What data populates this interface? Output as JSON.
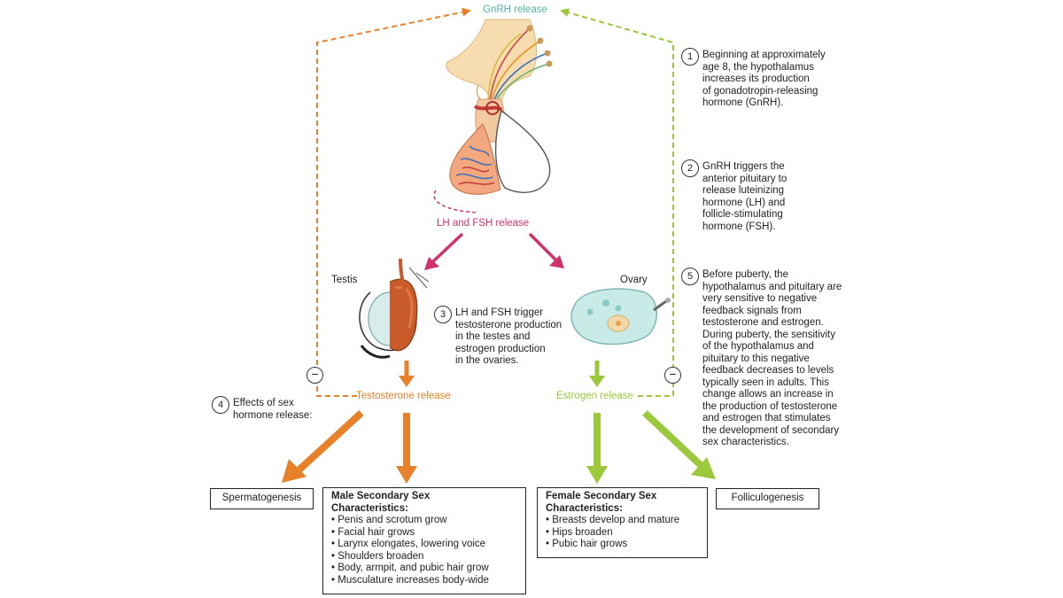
{
  "labels": {
    "gnrh_release": "GnRH release",
    "lh_fsh_release": "LH and FSH release",
    "testis": "Testis",
    "ovary": "Ovary",
    "testosterone_release": "Testosterone release",
    "estrogen_release": "Estrogen release",
    "minus_sign": "−"
  },
  "steps": [
    {
      "number": "1",
      "text": "Beginning at approximately\nage 8, the hypothalamus\nincreases its production\nof gonadotropin-releasing\nhormone (GnRH)."
    },
    {
      "number": "2",
      "text": "GnRH triggers the\nanterior pituitary to\nrelease luteinizing\nhormone (LH) and\nfollicle-stimulating\nhormone (FSH)."
    },
    {
      "number": "3",
      "text": "LH and FSH trigger\ntestosterone production\nin the testes and\nestrogen production\nin the ovaries."
    },
    {
      "number": "4",
      "text": "Effects of sex\nhormone release:"
    },
    {
      "number": "5",
      "text": "Before puberty, the\nhypothalamus and pituitary are\nvery sensitive to negative\nfeedback signals from\ntestosterone and estrogen.\nDuring puberty, the sensitivity\nof the hypothalamus and\npituitary to this negative\nfeedback decreases to levels\ntypically seen in adults. This\nchange allows an increase in\nthe production of testosterone\nand estrogen that stimulates\nthe development of secondary\nsex characteristics."
    }
  ],
  "boxes": {
    "spermatogenesis": "Spermatogenesis",
    "folliculogenesis": "Folliculogenesis",
    "male": {
      "title": "Male Secondary Sex\nCharacteristics:",
      "items": [
        "Penis and scrotum grow",
        "Facial hair grows",
        "Larynx elongates, lowering voice",
        "Shoulders broaden",
        "Body, armpit, and pubic hair grow",
        "Musculature increases body-wide"
      ]
    },
    "female": {
      "title": "Female Secondary Sex\nCharacteristics:",
      "items": [
        "Breasts develop and mature",
        "Hips broaden",
        "Pubic hair grows"
      ]
    }
  },
  "colors": {
    "male_orange": "#e8822a",
    "female_green": "#9cc83c",
    "pituitary_magenta": "#d0336c",
    "gnrh_teal": "#4fb3a8"
  }
}
